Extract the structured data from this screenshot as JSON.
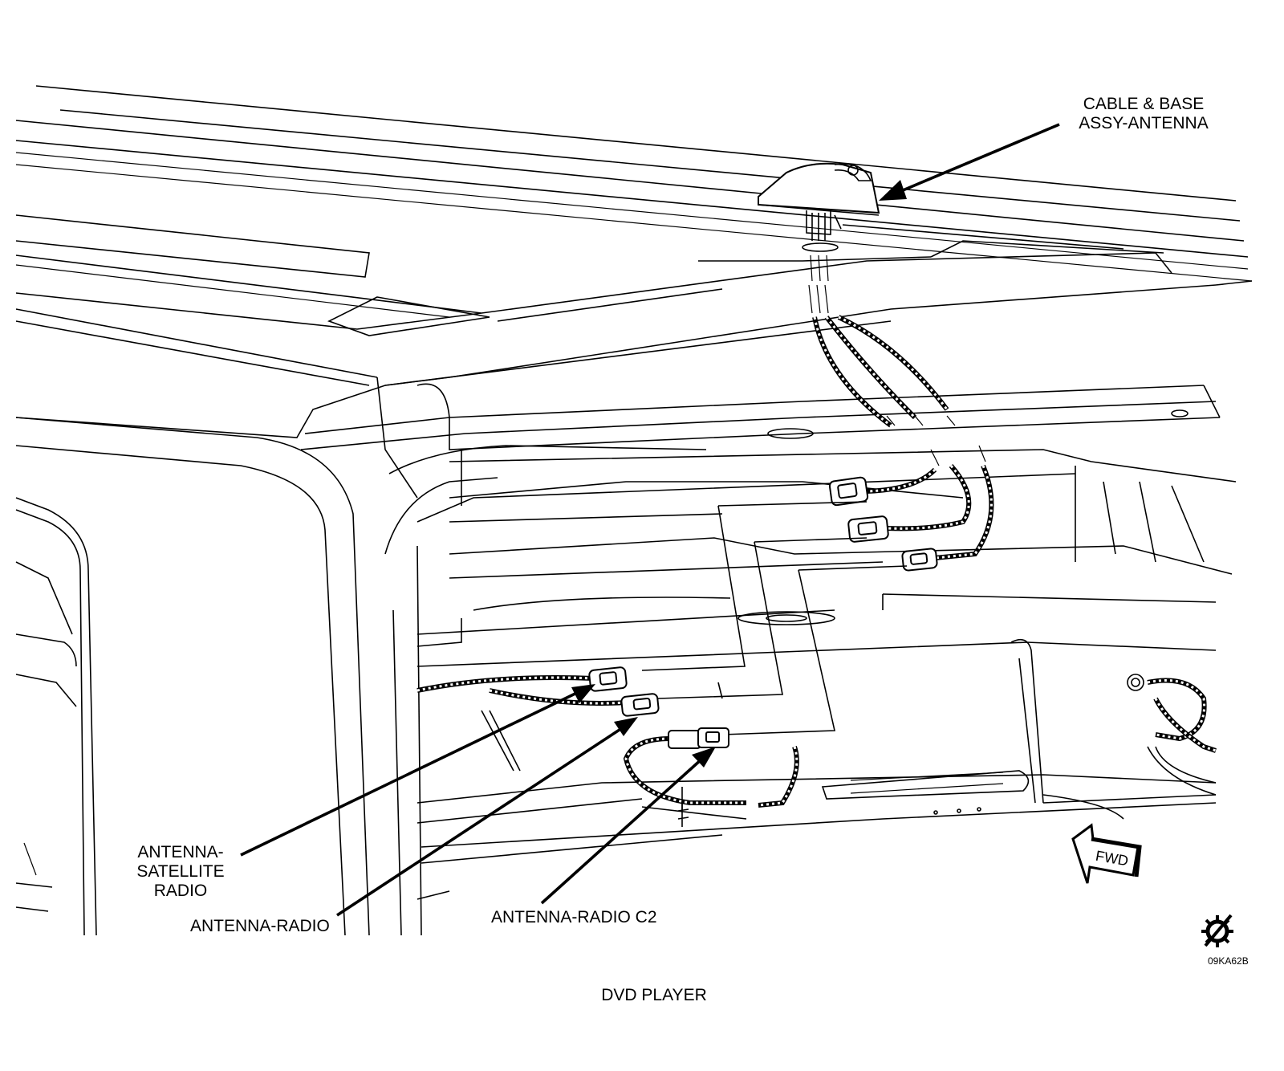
{
  "labels": {
    "antenna_assy_line1": "CABLE & BASE",
    "antenna_assy_line2": "ASSY-ANTENNA",
    "satellite_line1": "ANTENNA-",
    "satellite_line2": "SATELLITE",
    "satellite_line3": "RADIO",
    "antenna_radio": "ANTENNA-RADIO",
    "antenna_radio_c2": "ANTENNA-RADIO C2",
    "dvd_player": "DVD PLAYER",
    "fwd": "FWD",
    "figure_code": "09KA62B"
  },
  "icons": {
    "fwd_arrow": "fwd-arrow-icon",
    "service_symbol": "gear-slash-icon"
  }
}
